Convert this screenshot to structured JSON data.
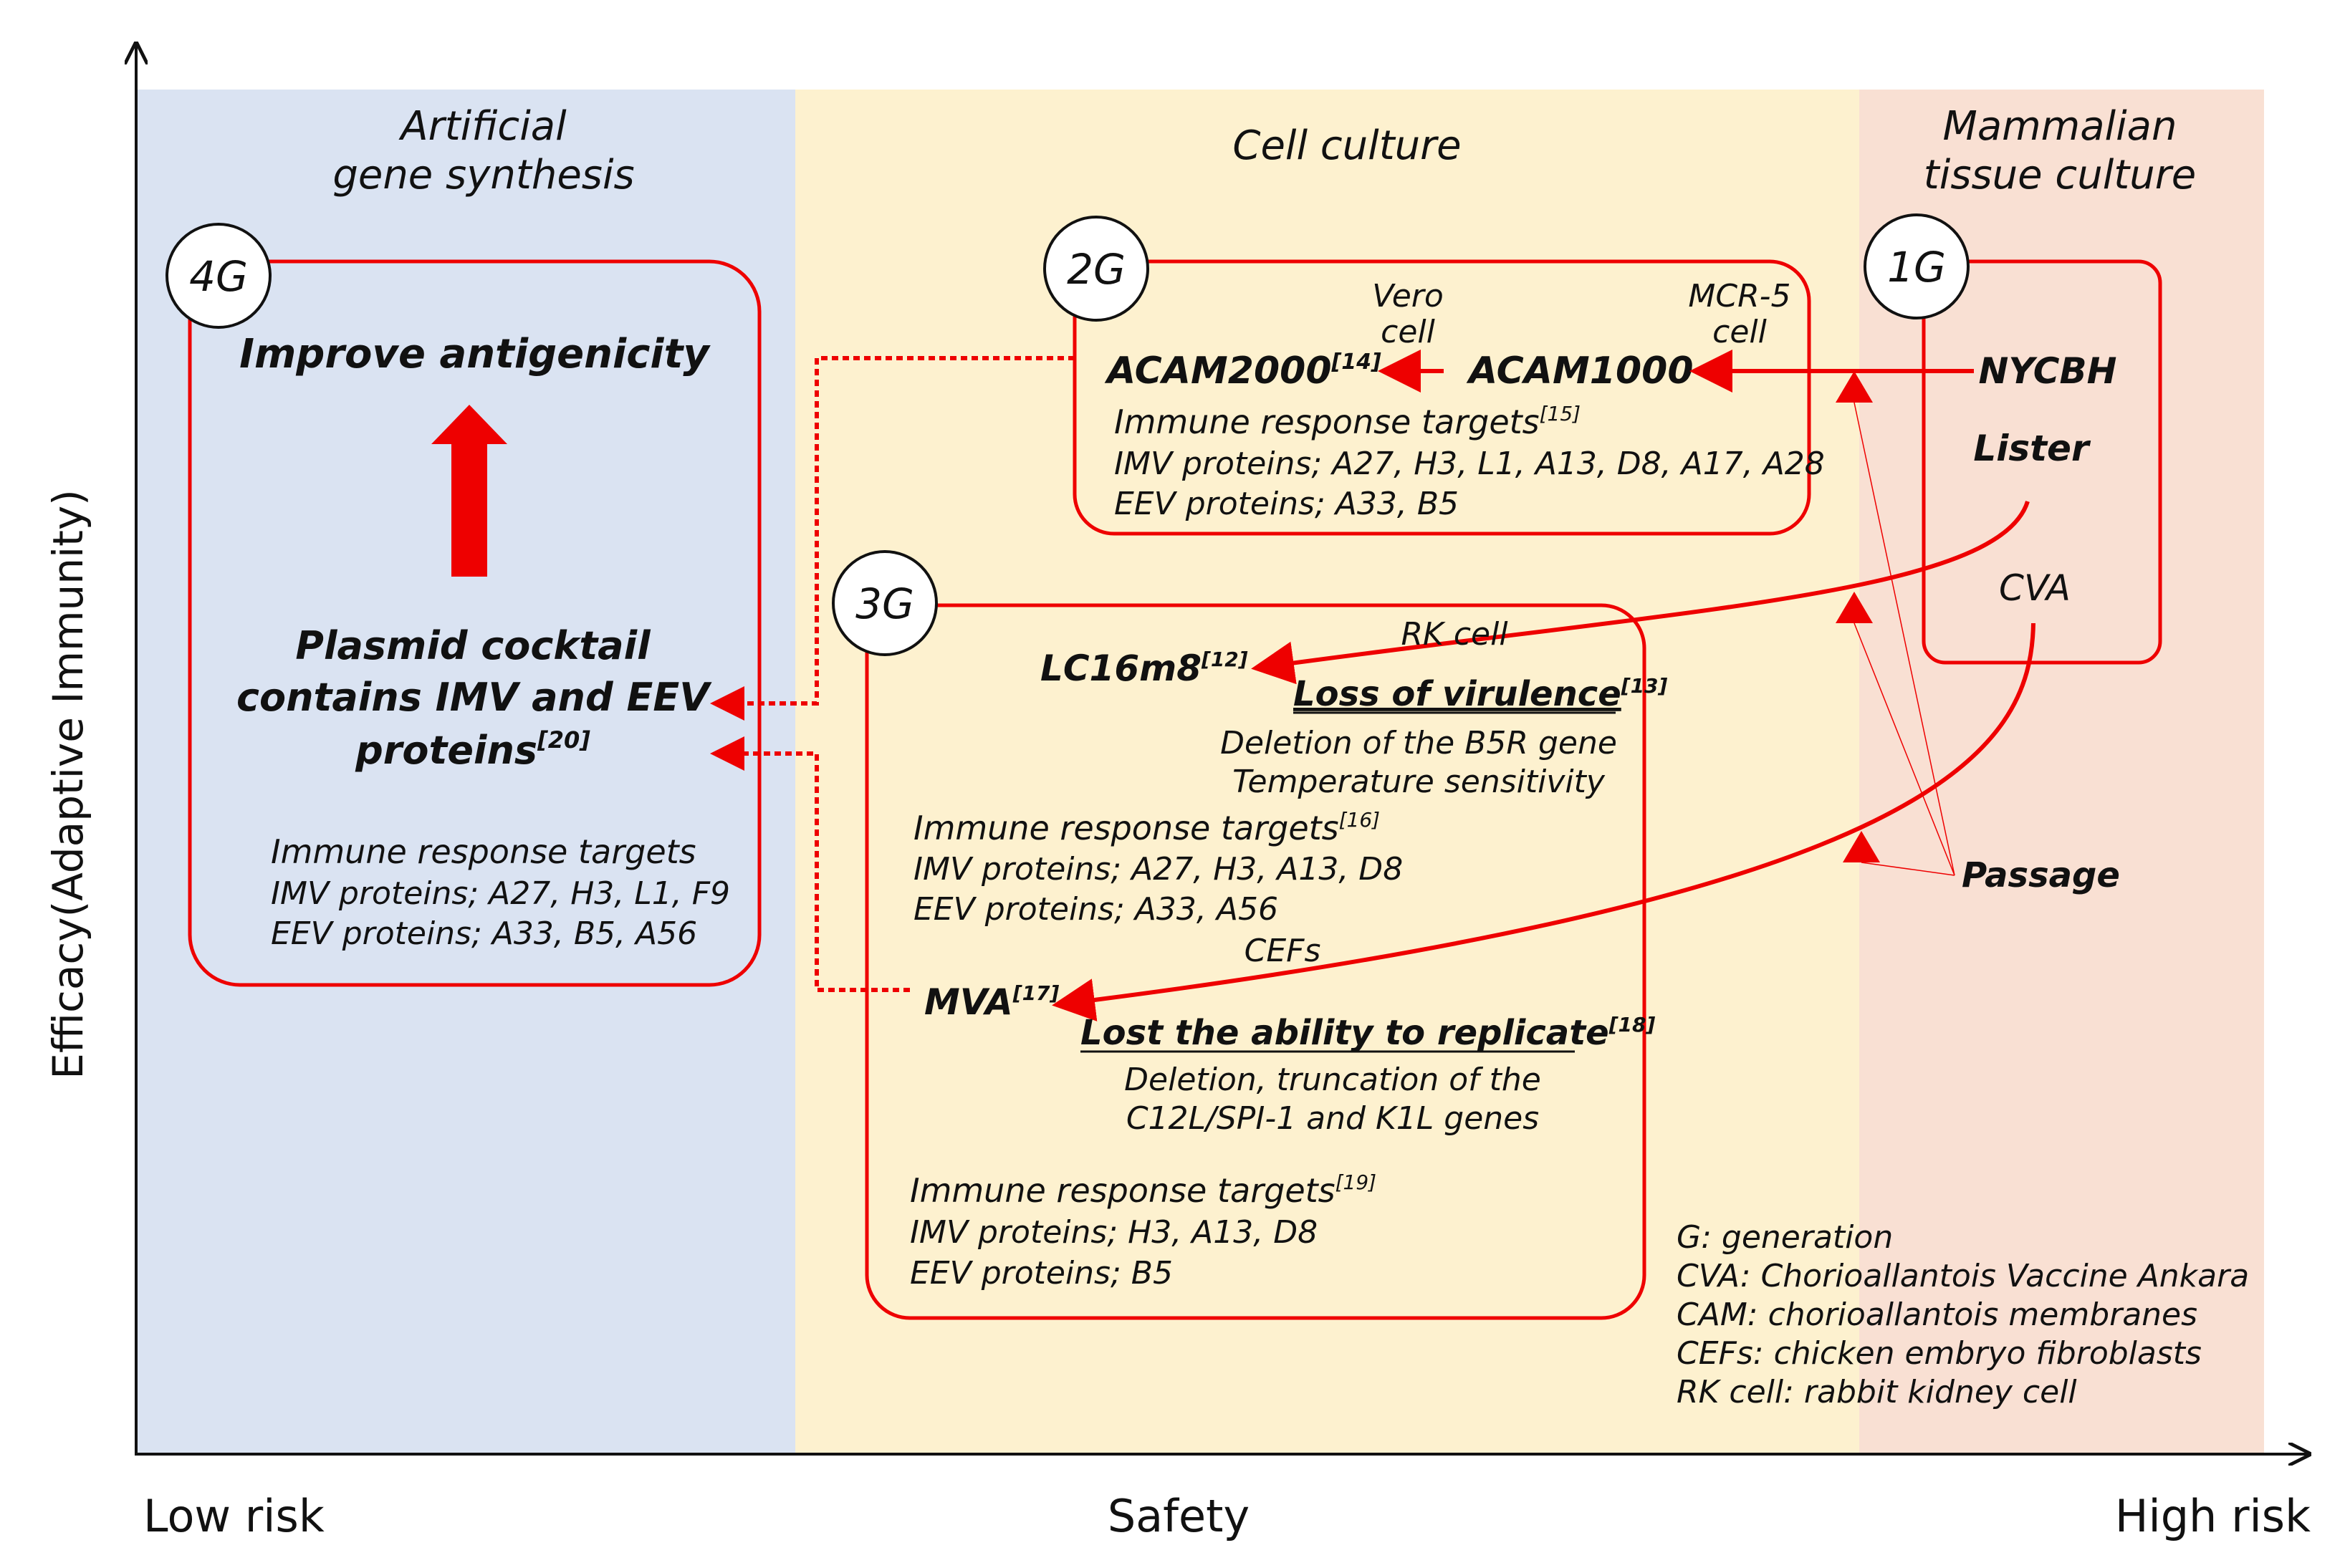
{
  "axes": {
    "y_label": "Efficacy(Adaptive Immunity)",
    "x_label": "Safety",
    "x_low": "Low risk",
    "x_high": "High risk"
  },
  "colors": {
    "zone_left": "#dae3f2",
    "zone_middle": "#fdf1cf",
    "zone_right": "#f9e0d3",
    "accent_red": "#ee0000"
  },
  "zones": {
    "left_title_1": "Artificial",
    "left_title_2": "gene synthesis",
    "middle_title": "Cell culture",
    "right_title_1": "Mammalian",
    "right_title_2": "tissue culture"
  },
  "gen4": {
    "badge": "4G",
    "improve": "Improve antigenicity",
    "plasmid_1": "Plasmid cocktail",
    "plasmid_2": "contains IMV and EEV",
    "plasmid_3": "proteins",
    "plasmid_ref": "[20]",
    "targets_title": "Immune response targets",
    "imv": "IMV proteins; A27, H3, L1, F9",
    "eev": "EEV proteins; A33, B5, A56"
  },
  "gen2": {
    "badge": "2G",
    "vero_1": "Vero",
    "vero_2": "cell",
    "mcr_1": "MCR-5",
    "mcr_2": "cell",
    "acam2000": "ACAM2000",
    "acam2000_ref": "[14]",
    "acam1000": "ACAM1000",
    "targets_title": "Immune response targets",
    "targets_ref": "[15]",
    "imv": "IMV proteins; A27, H3, L1, A13, D8, A17, A28",
    "eev": "EEV proteins; A33, B5"
  },
  "gen1": {
    "badge": "1G",
    "nycbh": "NYCBH",
    "lister": "Lister",
    "cva": "CVA"
  },
  "gen3": {
    "badge": "3G",
    "rk_cell": "RK cell",
    "lc16m8": "LC16m8",
    "lc16m8_ref": "[12]",
    "loss": "Loss of virulence",
    "loss_ref": "[13]",
    "deletion_1": "Deletion of  the B5R gene",
    "deletion_2": "Temperature sensitivity",
    "targets1_title": "Immune response targets",
    "targets1_ref": "[16]",
    "imv1": "IMV proteins; A27, H3, A13, D8",
    "eev1": "EEV proteins; A33, A56",
    "cefs": "CEFs",
    "mva": "MVA",
    "mva_ref": "[17]",
    "lost": "Lost the ability to replicate",
    "lost_ref": "[18]",
    "deletion_3": "Deletion, truncation of  the",
    "deletion_4": "C12L/SPI-1 and K1L genes",
    "targets2_title": "Immune response targets",
    "targets2_ref": "[19]",
    "imv2": "IMV proteins; H3, A13, D8",
    "eev2": "EEV proteins; B5"
  },
  "passage": "Passage",
  "legend": {
    "g": "G: generation",
    "cva": "CVA: Chorioallantois Vaccine Ankara",
    "cam": "CAM: chorioallantois membranes",
    "cefs": "CEFs: chicken embryo fibroblasts",
    "rk": "RK cell: rabbit kidney cell"
  }
}
